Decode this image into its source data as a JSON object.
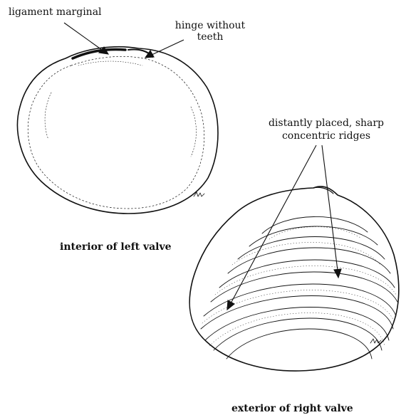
{
  "labels": {
    "ligament": "ligament marginal",
    "hinge_line1": "hinge without",
    "hinge_line2": "teeth",
    "ridges_line1": "distantly placed, sharp",
    "ridges_line2": "concentric ridges",
    "caption_left": "interior of left valve",
    "caption_right": "exterior of right valve"
  },
  "colors": {
    "ink": "#111111",
    "background": "#ffffff"
  }
}
